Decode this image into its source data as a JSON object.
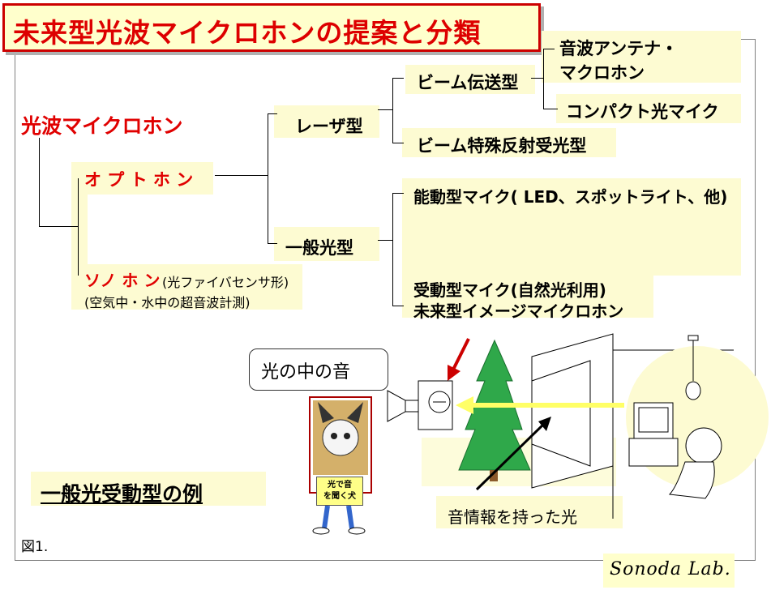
{
  "title": "未来型光波マイクロホンの提案と分類",
  "tree": {
    "root": "光波マイクロホン",
    "optophone": "オ プ ト ホ ン",
    "sonophone": "ソノ ホ ン",
    "sonophone_note1": "(光ファイバセンサ形)",
    "sonophone_note2": "(空気中・水中の超音波計測)",
    "laser": "レーザ型",
    "general": "一般光型",
    "beam_transmission": "ビーム伝送型",
    "antenna_line1": "音波アンテナ・",
    "antenna_line2": "マクロホン",
    "compact": "コンパクト光マイク",
    "special_reflection": "ビーム特殊反射受光型",
    "active_mic": "能動型マイク( LED、スポットライト、他)",
    "passive_mic": "受動型マイク(自然光利用)",
    "future_image": "未来型イメージマイクロホン"
  },
  "illustration": {
    "callout": "光の中の音",
    "sticker_line1": "光で音",
    "sticker_line2": "を聞く犬",
    "example_label": "一般光受動型の例",
    "arrow_label": "音情報を持った光"
  },
  "figure_label": "図1.",
  "lab": "Sonoda Lab.",
  "colors": {
    "title_red": "#dd0000",
    "highlight": "#fdfbd2",
    "light_arrow": "#ffff66",
    "tree_green": "#33aa44"
  }
}
